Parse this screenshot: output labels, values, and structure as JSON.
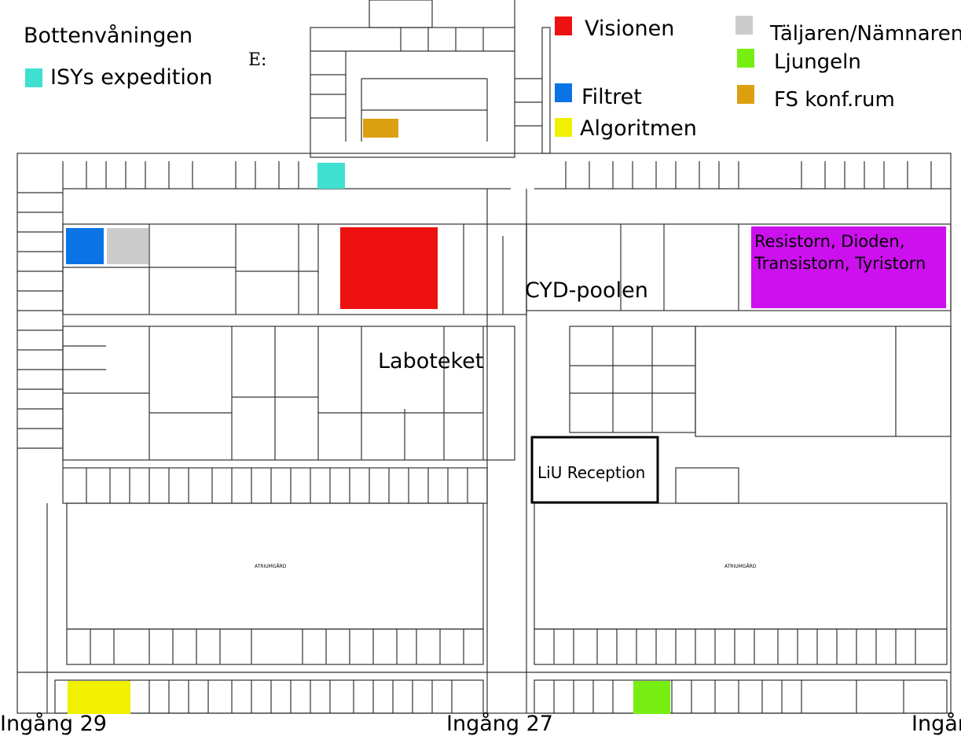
{
  "title": "Bottenvåningen",
  "legend": [
    {
      "key": "isy",
      "label": "ISYs expedition",
      "color": "#40e0d0"
    },
    {
      "key": "visionen",
      "label": "Visionen",
      "color": "#ee1111"
    },
    {
      "key": "filtret",
      "label": "Filtret",
      "color": "#0a74e6"
    },
    {
      "key": "algoritmen",
      "label": "Algoritmen",
      "color": "#f0f000"
    },
    {
      "key": "taljaren",
      "label": "Täljaren/Nämnaren",
      "color": "#cccccc"
    },
    {
      "key": "ljungeln",
      "label": "Ljungeln",
      "color": "#77ee11"
    },
    {
      "key": "fs",
      "label": "FS konf.rum",
      "color": "#dda010"
    }
  ],
  "areas": {
    "cyd": "CYD-poolen",
    "laboteket": "Laboteket",
    "reception": "LiU Reception",
    "resistorn": [
      "Resistorn, Dioden,",
      "Transistorn, Tyristorn"
    ],
    "resistorn_color": "#cc11ee"
  },
  "entrances": [
    "Ingång 29",
    "Ingång 27",
    "Ingång"
  ],
  "compass": "E:",
  "courtyards": [
    "ATRIUMGÅRD",
    "ATRIUMGÅRD"
  ]
}
